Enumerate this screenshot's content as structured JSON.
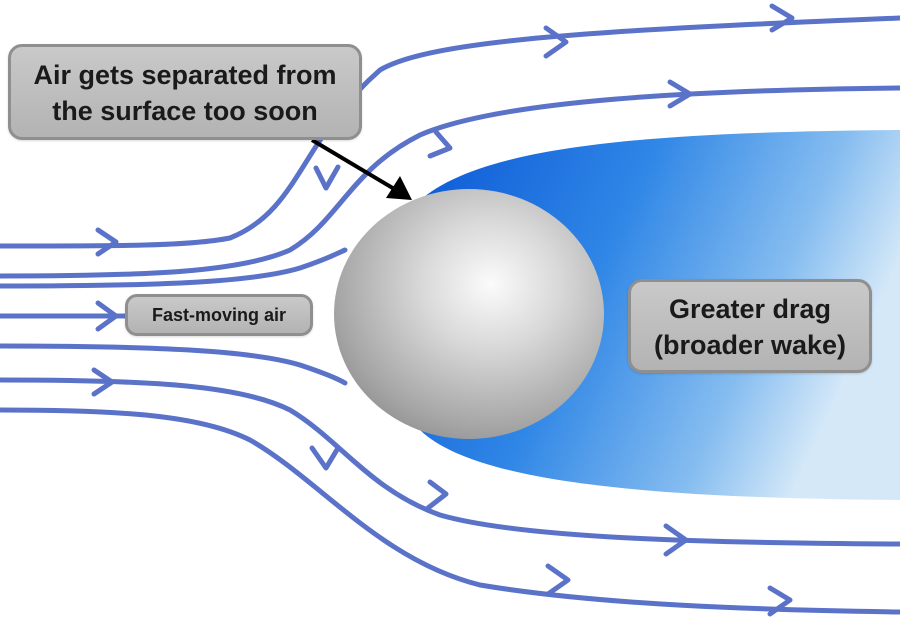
{
  "diagram": {
    "callouts": {
      "separated": {
        "line1": "Air gets separated from",
        "line2": "the surface too soon"
      },
      "fast_air": "Fast-moving air",
      "drag": {
        "line1": "Greater drag",
        "line2": "(broader wake)"
      }
    },
    "colors": {
      "streamline": "#5b72c9",
      "wake_dark": "#1560d8",
      "wake_light": "#c9e2f7",
      "sphere_light": "#f2f2f2",
      "sphere_dark": "#8a8a8a",
      "arrow": "#000000"
    }
  }
}
